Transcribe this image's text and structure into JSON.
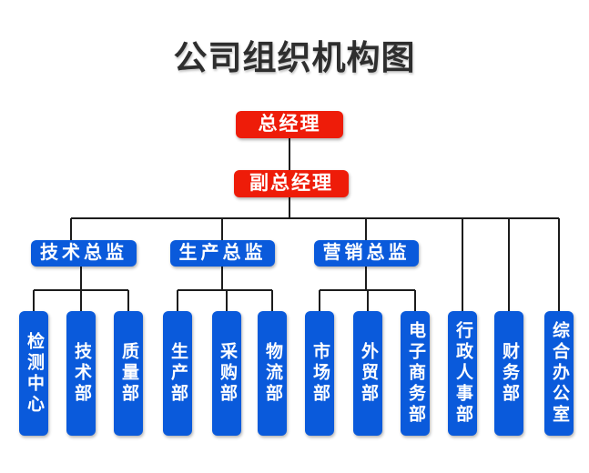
{
  "title": "公司组织机构图",
  "org": {
    "general_manager": "总经理",
    "deputy_general_manager": "副总经理",
    "directors": [
      {
        "label": "技术总监",
        "departments": [
          "检测中心",
          "技术部",
          "质量部"
        ]
      },
      {
        "label": "生产总监",
        "departments": [
          "生产部",
          "采购部",
          "物流部"
        ]
      },
      {
        "label": "营销总监",
        "departments": [
          "市场部",
          "外贸部",
          "电子商务部"
        ]
      }
    ],
    "headquarter_departments": [
      "行政人事部",
      "财务部",
      "综合办公室"
    ]
  },
  "colors": {
    "executive_box": "#ee1c09",
    "department_box": "#0a5adb",
    "connector_line": "#1c1c1c",
    "title_text": "#2e2e2e"
  }
}
